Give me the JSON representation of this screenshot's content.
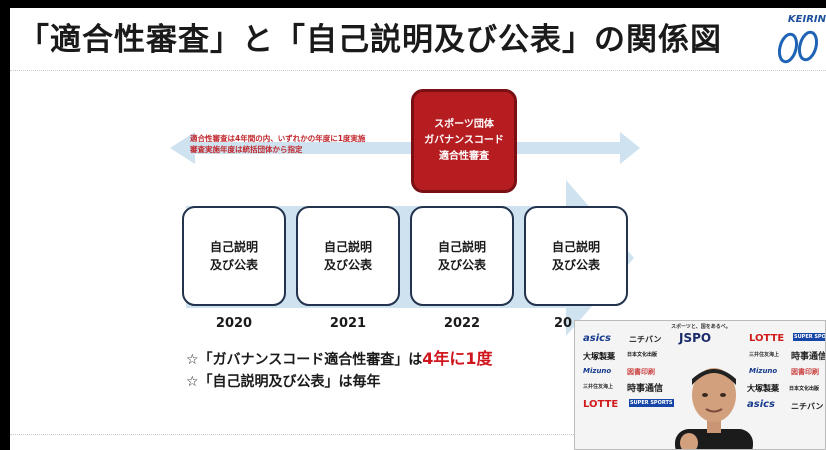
{
  "slide": {
    "title": "「適合性審査」と「自己説明及び公表」の関係図",
    "logo_text": "KEIRIN",
    "note_line1": "適合性審査は4年間の内、いずれかの年度に1度実施",
    "note_line2": "審査実施年度は統括団体から指定",
    "review_box": {
      "line1": "スポーツ団体",
      "line2": "ガバナンスコード",
      "line3": "適合性審査"
    },
    "years": [
      {
        "box_line1": "自己説明",
        "box_line2": "及び公表",
        "year": "2020"
      },
      {
        "box_line1": "自己説明",
        "box_line2": "及び公表",
        "year": "2021"
      },
      {
        "box_line1": "自己説明",
        "box_line2": "及び公表",
        "year": "2022"
      },
      {
        "box_line1": "自己説明",
        "box_line2": "及び公表",
        "year": "20"
      }
    ],
    "summary": {
      "line1_pre": "☆「ガバナンスコード適合性審査」は",
      "line1_hl": "4年に1度",
      "line2": "☆「自己説明及び公表」は毎年"
    },
    "colors": {
      "accent_red": "#b61d21",
      "arrow": "#cfe2ef",
      "box_border": "#23324d"
    }
  },
  "camera": {
    "tagline": "スポーツと、国をあるべ。",
    "sponsors": {
      "asics": "asics",
      "nichiban": "ニチバン",
      "jspo": "JSPO",
      "lotte": "LOTTE",
      "super_sports": "SUPER SPORTS",
      "otsuka": "大塚製薬",
      "nihon_bunka": "日本文化出版",
      "mizuno": "Mizuno",
      "tosho": "図書印刷",
      "jiji": "時事通信",
      "mitsui": "三井住友海上"
    }
  }
}
